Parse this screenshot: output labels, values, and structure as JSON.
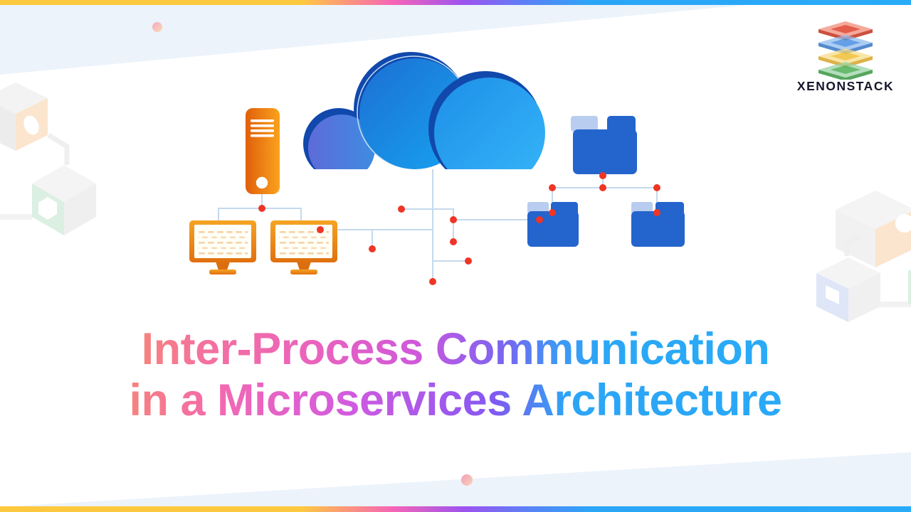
{
  "banner": {
    "title_line1": "Inter-Process Communication",
    "title_line2": "in a Microservices Architecture",
    "brand": "XENONSTACK",
    "colors": {
      "edge_bar_gradient": [
        "#FFC93F",
        "#F665B5",
        "#9C53F0",
        "#29ABF8"
      ],
      "title_gradient": [
        "#F6837E",
        "#E75FC6",
        "#9C5AEA",
        "#29A9F7"
      ],
      "background_band": "#ECF3FB",
      "cloud_blue": "#1C8BE6",
      "cloud_outline_navy": "#1148AC",
      "folder_blue": "#2464CD",
      "folder_tab_light": "#B9CDF0",
      "server_orange_gradient": [
        "#E2660E",
        "#F9A71F"
      ],
      "connector_line": "#C5D9ED",
      "junction_dot_red": "#EE3526",
      "logo_layer_colors": [
        "#E2503C",
        "#5094E4",
        "#F0C23C",
        "#55B25C"
      ]
    },
    "icons": [
      "cloud-icon",
      "server-icon",
      "monitor-icon",
      "folder-icon",
      "cube-icon",
      "stacked-layers-logo-icon"
    ]
  }
}
